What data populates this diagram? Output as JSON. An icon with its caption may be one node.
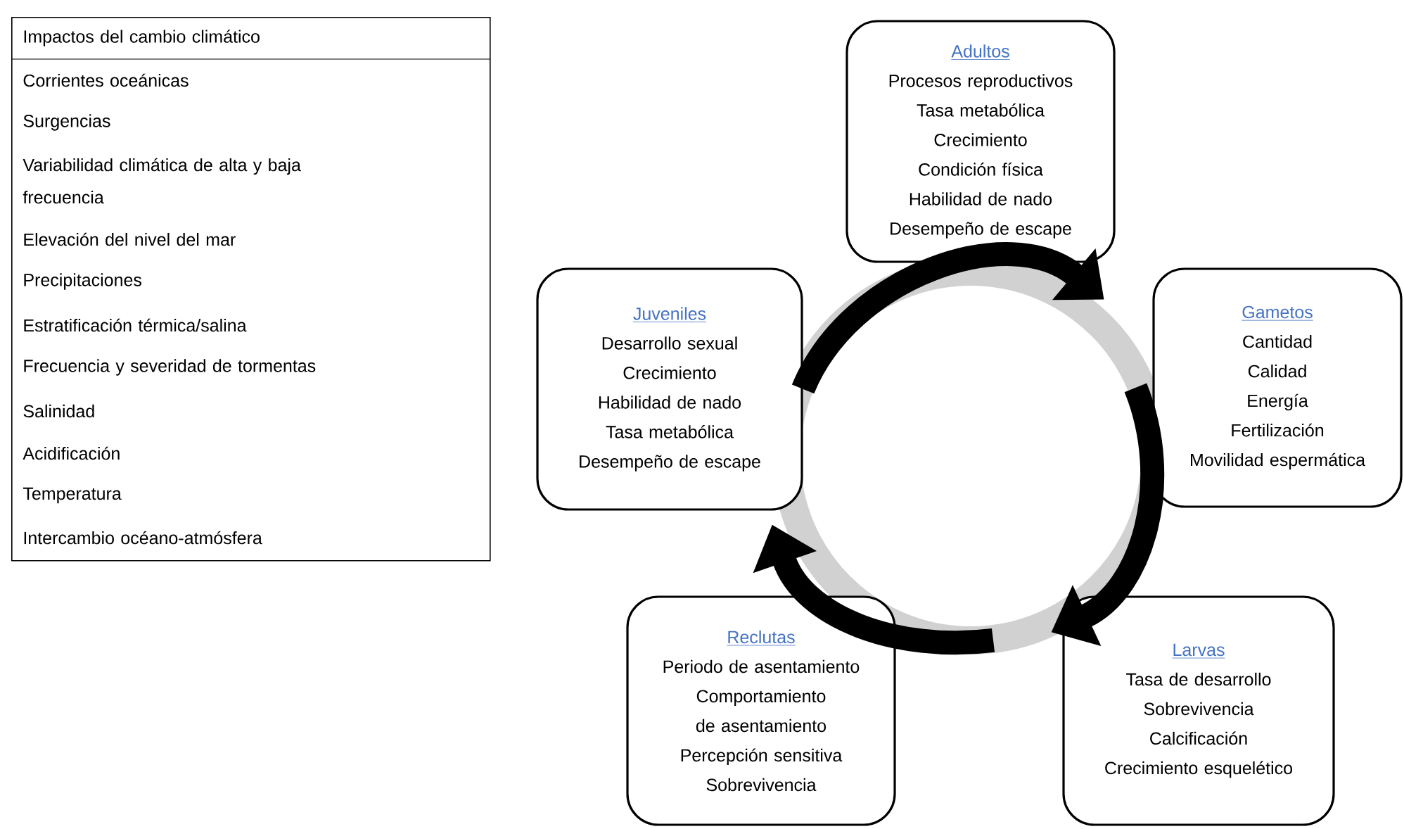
{
  "diagram": {
    "nodes": [
      {
        "text": [
          "Impactos del cambio climático",
          "Corrientes oceánicas",
          "Surgencias",
          "Variabilidad climática de alta y baja frecuencia",
          "Elevación del nivel del mar",
          "Precipitaciones",
          "Estratificación térmica/salina",
          "Frecuencia y severidad de tormentas",
          "Salinidad",
          "Acidificación",
          "Temperatura",
          "Intercambio océano-atmósfera"
        ]
      },
      {
        "text": [
          "Adultos",
          "Procesos reproductivos",
          "Tasa metabólica",
          "Crecimiento",
          "Condición física",
          "Habilidad de nado",
          "Desempeño de escape"
        ]
      },
      {
        "text": [
          "Juveniles",
          "Desarrollo sexual",
          "Crecimiento",
          "Habilidad de nado",
          "Tasa metabólica",
          "Desempeño de escape"
        ]
      },
      {
        "text": [
          "Gametos",
          "Cantidad",
          "Calidad",
          "Energía",
          "Fertilización",
          "Movilidad espermática"
        ]
      },
      {
        "text": [
          "Reclutas",
          "Periodo de asentamiento",
          "Comportamiento de asentamiento",
          "Percepción sensitiva",
          "Sobrevivencia"
        ]
      },
      {
        "text": [
          "Larvas",
          "Tasa de desarrollo",
          "Sobrevivencia",
          "Calcificación",
          "Crecimiento esquelético"
        ]
      }
    ],
    "edges": [
      {
        "from": 2,
        "to": 1,
        "arrow": "to"
      },
      {
        "from": 3,
        "to": 5,
        "arrow": "to"
      },
      {
        "from": null,
        "to": 2,
        "arrow": "to"
      }
    ]
  }
}
